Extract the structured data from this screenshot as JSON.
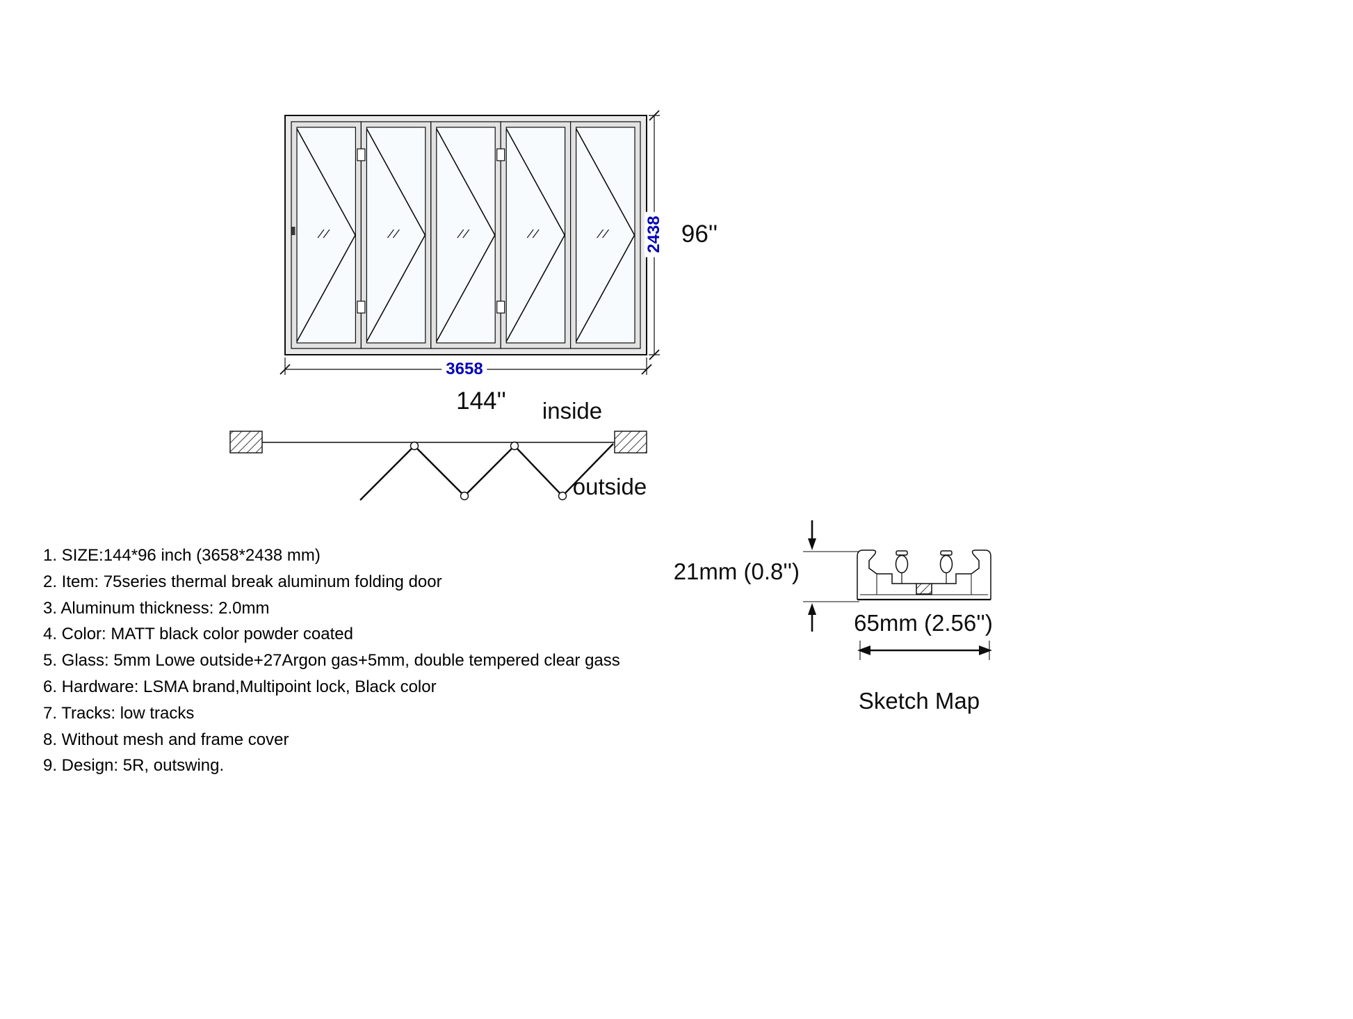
{
  "title": "5 panel aluminum folding door specification drawing",
  "elevation": {
    "width_mm": "3658",
    "height_mm": "2438",
    "width_in": "144''",
    "height_in": "96''"
  },
  "plan": {
    "inside_label": "inside",
    "outside_label": "outside"
  },
  "specs": {
    "items": [
      "1. SIZE:144*96 inch (3658*2438 mm)",
      "2. Item: 75series thermal break aluminum folding door",
      "3. Aluminum thickness: 2.0mm",
      "4. Color: MATT black color powder coated",
      "5. Glass: 5mm Lowe outside+27Argon gas+5mm, double tempered clear gass",
      "6. Hardware: LSMA brand,Multipoint lock, Black color",
      "7. Tracks: low tracks",
      "8. Without mesh and frame cover",
      "9. Design: 5R, outswing."
    ]
  },
  "sketch": {
    "height_label": "21mm (0.8'')",
    "width_label": "65mm (2.56'')",
    "title": "Sketch Map"
  },
  "colors": {
    "line": "#0d0d0d",
    "dimension_text_blue": "#0404b8",
    "frame_fill": "#e9e9e9",
    "glass_fill": "#f7fbfe"
  }
}
